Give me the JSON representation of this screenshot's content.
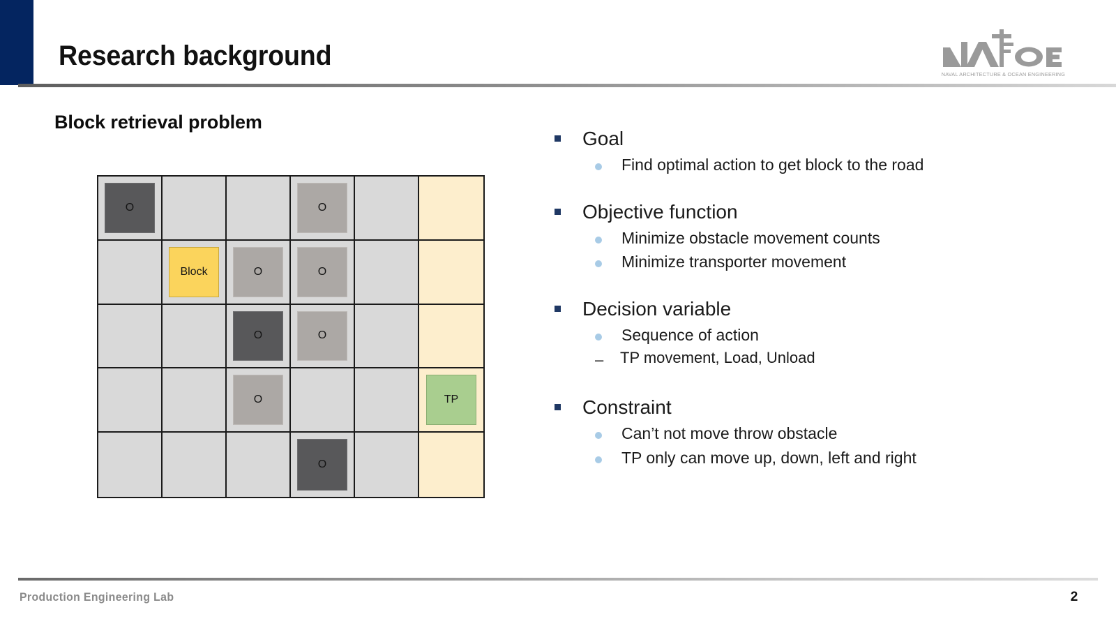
{
  "header": {
    "title": "Research background",
    "accent_color": "#042560"
  },
  "logo": {
    "wordmark": "NAOE",
    "subtitle": "NAVAL ARCHITECTURE & OCEAN ENGINEERING"
  },
  "section": {
    "heading": "Block retrieval problem"
  },
  "grid": {
    "columns": 6,
    "rows": 5,
    "legend": {
      "obstacle_label": "O",
      "block_label": "Block",
      "transporter_label": "TP"
    },
    "colors": {
      "empty": "#d9d9d9",
      "road": "#fdeecd",
      "obstacle_dark": "#58585a",
      "obstacle_light": "#aca8a5",
      "block": "#fbd45c",
      "transporter": "#a9ce8f",
      "border": "#1a1a1a"
    },
    "cells": [
      [
        {
          "type": "obstacle-dark",
          "label": "O"
        },
        {
          "type": "empty",
          "label": ""
        },
        {
          "type": "empty",
          "label": ""
        },
        {
          "type": "obstacle-light",
          "label": "O"
        },
        {
          "type": "empty",
          "label": ""
        },
        {
          "type": "road",
          "label": ""
        }
      ],
      [
        {
          "type": "empty",
          "label": ""
        },
        {
          "type": "block",
          "label": "Block"
        },
        {
          "type": "obstacle-light",
          "label": "O"
        },
        {
          "type": "obstacle-light",
          "label": "O"
        },
        {
          "type": "empty",
          "label": ""
        },
        {
          "type": "road",
          "label": ""
        }
      ],
      [
        {
          "type": "empty",
          "label": ""
        },
        {
          "type": "empty",
          "label": ""
        },
        {
          "type": "obstacle-dark",
          "label": "O"
        },
        {
          "type": "obstacle-light",
          "label": "O"
        },
        {
          "type": "empty",
          "label": ""
        },
        {
          "type": "road",
          "label": ""
        }
      ],
      [
        {
          "type": "empty",
          "label": ""
        },
        {
          "type": "empty",
          "label": ""
        },
        {
          "type": "obstacle-light",
          "label": "O"
        },
        {
          "type": "empty",
          "label": ""
        },
        {
          "type": "empty",
          "label": ""
        },
        {
          "type": "transporter",
          "label": "TP"
        }
      ],
      [
        {
          "type": "empty",
          "label": ""
        },
        {
          "type": "empty",
          "label": ""
        },
        {
          "type": "empty",
          "label": ""
        },
        {
          "type": "obstacle-dark",
          "label": "O"
        },
        {
          "type": "empty",
          "label": ""
        },
        {
          "type": "road",
          "label": ""
        }
      ]
    ]
  },
  "bullets": {
    "items": [
      {
        "level": 1,
        "text": "Goal"
      },
      {
        "level": 2,
        "text": "Find optimal action to get block to the road"
      },
      {
        "level": 0,
        "text": ""
      },
      {
        "level": 1,
        "text": "Objective function"
      },
      {
        "level": 2,
        "text": "Minimize obstacle movement counts"
      },
      {
        "level": 2,
        "text": "Minimize transporter movement"
      },
      {
        "level": 0,
        "text": ""
      },
      {
        "level": 1,
        "text": "Decision variable"
      },
      {
        "level": 2,
        "text": "Sequence of action"
      },
      {
        "level": 3,
        "text": "TP movement, Load, Unload"
      },
      {
        "level": 0,
        "text": ""
      },
      {
        "level": 1,
        "text": "Constraint"
      },
      {
        "level": 2,
        "text": "Can’t not move throw obstacle"
      },
      {
        "level": 2,
        "text": "TP only can move up, down, left and right"
      }
    ],
    "dash_glyph": "–"
  },
  "footer": {
    "lab_name": "Production Engineering Lab",
    "page_number": "2"
  }
}
